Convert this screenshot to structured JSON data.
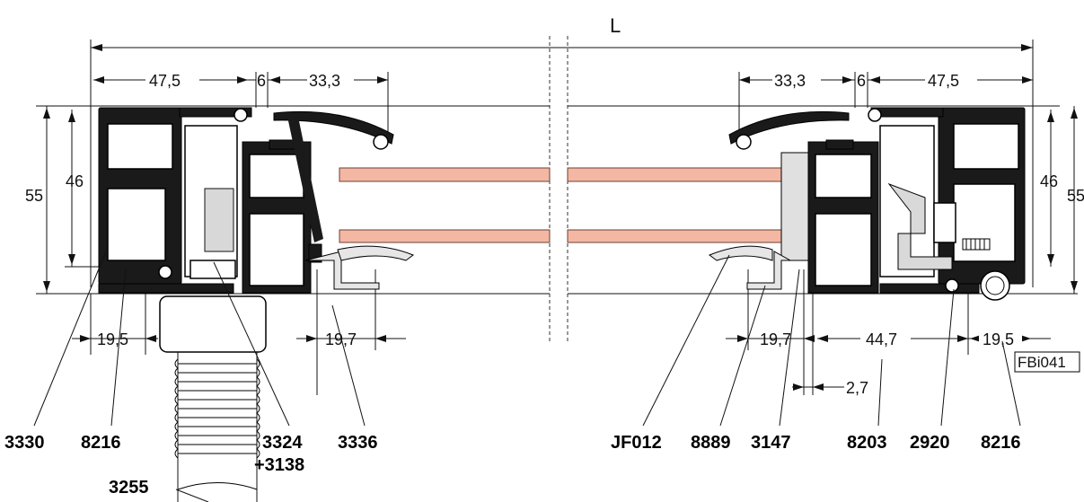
{
  "drawing": {
    "overall_length_label": "L",
    "code_tag": "FBi041"
  },
  "dimensions": {
    "left": {
      "frame_width": "47,5",
      "gap": "6",
      "sash_width": "33,3",
      "height_inner": "46",
      "height_outer": "55",
      "bottom_left": "19,5",
      "bottom_right": "19,7"
    },
    "right": {
      "sash_width": "33,3",
      "gap": "6",
      "frame_width": "47,5",
      "height_inner": "46",
      "height_outer": "55",
      "bottom_a": "19,7",
      "bottom_b": "44,7",
      "bottom_c": "19,5",
      "small": "2,7"
    }
  },
  "part_numbers": {
    "left": [
      "3330",
      "8216",
      "3324",
      "+3138",
      "3336",
      "3255"
    ],
    "right": [
      "JF012",
      "8889",
      "3147",
      "8203",
      "2920",
      "8216"
    ]
  }
}
